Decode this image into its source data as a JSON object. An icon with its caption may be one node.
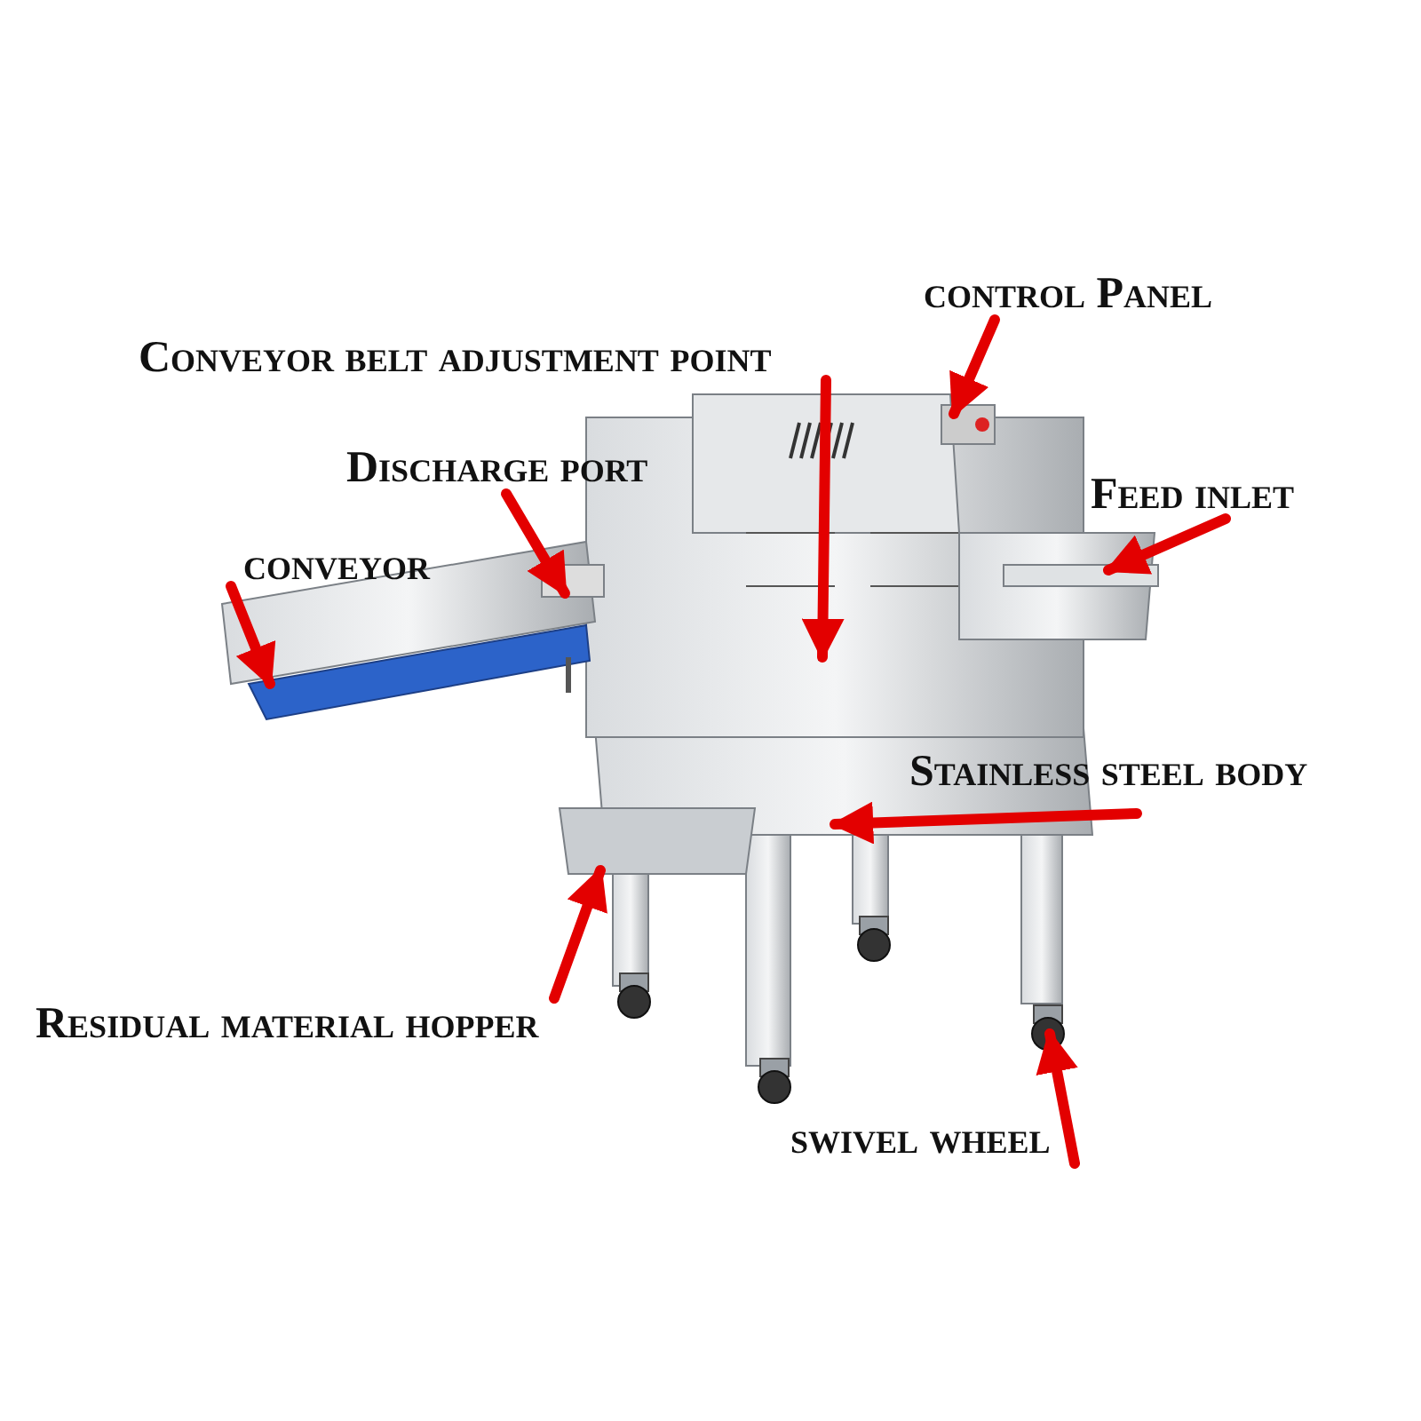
{
  "diagram": {
    "nodes": [
      {
        "text": [
          "control Panel"
        ]
      },
      {
        "text": [
          "Conveyor belt adjustment point"
        ]
      },
      {
        "text": [
          "Discharge port"
        ]
      },
      {
        "text": [
          "Feed inlet"
        ]
      },
      {
        "text": [
          "conveyor"
        ]
      },
      {
        "text": [
          "Stainless steel body"
        ]
      },
      {
        "text": [
          "Residual material hopper"
        ]
      },
      {
        "text": [
          "swivel wheel"
        ]
      }
    ],
    "edges": [
      {
        "from": 0,
        "to": null,
        "arrow": "to"
      },
      {
        "from": 1,
        "to": null,
        "arrow": "to"
      },
      {
        "from": 2,
        "to": null,
        "arrow": "to"
      },
      {
        "from": 3,
        "to": null,
        "arrow": "to"
      },
      {
        "from": 4,
        "to": null,
        "arrow": "to"
      },
      {
        "from": 5,
        "to": null,
        "arrow": "to"
      },
      {
        "from": 6,
        "to": null,
        "arrow": "to"
      },
      {
        "from": 7,
        "to": null,
        "arrow": "to"
      }
    ]
  }
}
